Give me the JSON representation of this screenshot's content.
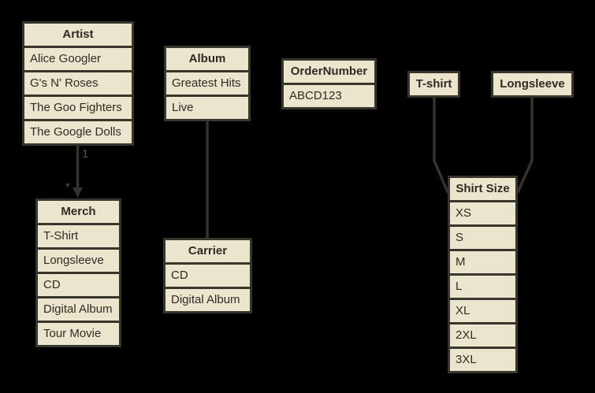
{
  "colors": {
    "bg": "#000000",
    "cell_fill": "#ece5cd",
    "border_color": "#38352c",
    "text_color": "#2e2b25",
    "connector_color": "#34322b",
    "multiplicity_color": "#54524d"
  },
  "tables": {
    "artist": {
      "title": "Artist",
      "rows": [
        "Alice Googler",
        "G's N' Roses",
        "The Goo Fighters",
        "The Google Dolls"
      ]
    },
    "merch": {
      "title": "Merch",
      "rows": [
        "T-Shirt",
        "Longsleeve",
        "CD",
        "Digital Album",
        "Tour Movie"
      ]
    },
    "album": {
      "title": "Album",
      "rows": [
        "Greatest Hits",
        "Live"
      ]
    },
    "carrier": {
      "title": "Carrier",
      "rows": [
        "CD",
        "Digital Album"
      ]
    },
    "order_number": {
      "title": "OrderNumber",
      "rows": [
        "ABCD123"
      ]
    },
    "tshirt": {
      "title": "T-shirt"
    },
    "longsleeve": {
      "title": "Longsleeve"
    },
    "shirt_size": {
      "title": "Shirt Size",
      "rows": [
        "XS",
        "S",
        "M",
        "L",
        "XL",
        "2XL",
        "3XL"
      ]
    }
  },
  "connectors": {
    "artist_merch": {
      "from": "Artist",
      "to": "Merch",
      "source_label": "1",
      "target_label": "*"
    },
    "album_carrier": {
      "from": "Album",
      "to": "Carrier"
    },
    "tshirt_shirtsize": {
      "from": "T-shirt",
      "to": "Shirt Size"
    },
    "longsleeve_shirtsize": {
      "from": "Longsleeve",
      "to": "Shirt Size"
    }
  }
}
